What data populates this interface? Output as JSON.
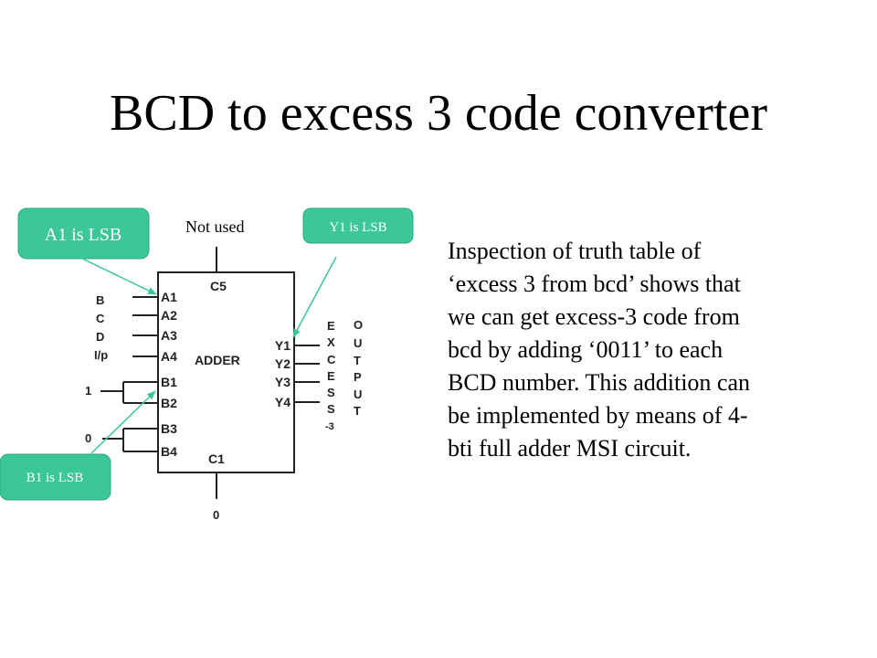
{
  "slide": {
    "title": "BCD to excess 3 code converter"
  },
  "callouts": {
    "a1": "A1 is LSB",
    "y1": "Y1 is LSB",
    "b1": "B1 is LSB",
    "not_used": "Not used"
  },
  "diagram": {
    "block_label": "ADDER",
    "carry_out": "C5",
    "carry_in": "C1",
    "carry_in_value": "0",
    "a_pins": [
      "A1",
      "A2",
      "A3",
      "A4"
    ],
    "b_pins": [
      "B1",
      "B2",
      "B3",
      "B4"
    ],
    "y_pins": [
      "Y1",
      "Y2",
      "Y3",
      "Y4"
    ],
    "input_labels": [
      "B",
      "C",
      "D",
      "I/p"
    ],
    "b_inputs": [
      "1",
      "0"
    ],
    "output_label_excess": [
      "E",
      "X",
      "C",
      "E",
      "S",
      "S",
      "-3"
    ],
    "output_label_output": [
      "O",
      "U",
      "T",
      "P",
      "U",
      "T"
    ]
  },
  "paragraph": {
    "lines": [
      "Inspection of truth table of",
      "‘excess 3 from bcd’ shows that",
      "we can get excess-3 code from",
      "bcd by adding ‘0011’ to each",
      "BCD number. This addition can",
      "be implemented by means of 4-",
      "bti full adder MSI circuit."
    ]
  },
  "colors": {
    "callout": "#3cc79b",
    "arrow": "#3cc79b",
    "background": "#ffffff"
  }
}
